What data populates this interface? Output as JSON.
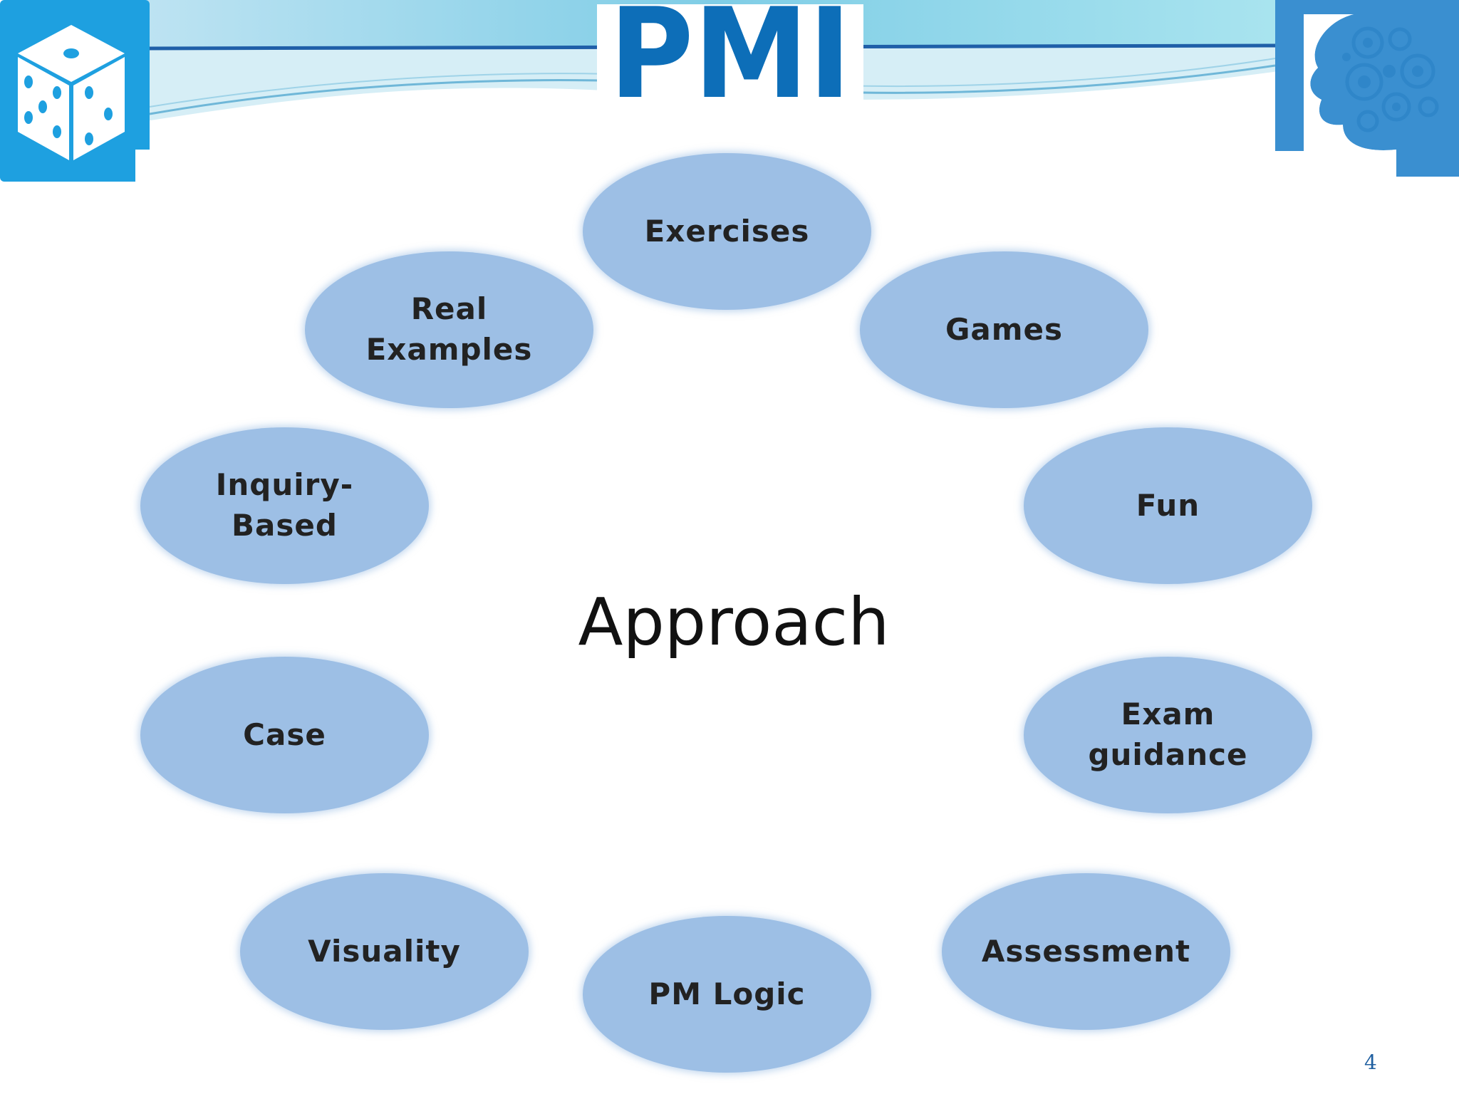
{
  "diagram": {
    "center": "Approach",
    "nodes": [
      {
        "label": "Exercises"
      },
      {
        "label": "Games"
      },
      {
        "label": "Fun"
      },
      {
        "label": "Exam\nguidance"
      },
      {
        "label": "Assessment"
      },
      {
        "label": "PM Logic"
      },
      {
        "label": "Visuality"
      },
      {
        "label": "Case"
      },
      {
        "label": "Inquiry-\nBased"
      },
      {
        "label": "Real\nExamples"
      }
    ]
  },
  "header": {
    "logo_text": "PMI",
    "icons": [
      "dice-icon",
      "pmi-logo",
      "brain-gears-icon"
    ]
  },
  "slide": {
    "page_number": "4"
  },
  "colors": {
    "node_fill": "#9dbfe5",
    "accent_blue": "#1a7fd0",
    "pmi_blue": "#0d6eb8"
  }
}
